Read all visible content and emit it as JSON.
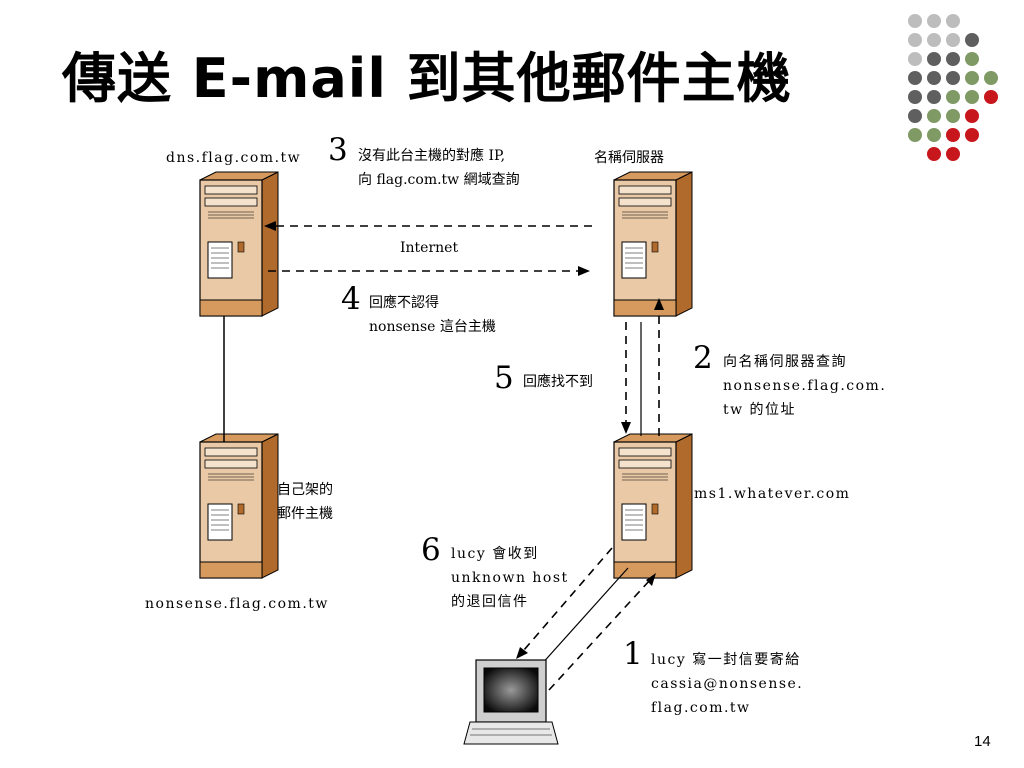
{
  "title": "傳送 E-mail 到其他郵件主機",
  "page_number": "14",
  "palette": {
    "light_gray": "#bdbdbd",
    "dark_gray": "#5f5f5f",
    "green": "#7f9a65",
    "red": "#c8161d",
    "tower_body": "#e9c9a6",
    "tower_side": "#b06a2c"
  },
  "hosts": {
    "dns": "dns.flag.com.tw",
    "name_server": "名稱伺服器",
    "own": {
      "line1": "自己架的",
      "line2": "郵件主機"
    },
    "nonsense": "nonsense.flag.com.tw",
    "ms1": "ms1.whatever.com"
  },
  "internet_label": "Internet",
  "steps": {
    "s1": {
      "num": "1",
      "line1": "lucy 寫一封信要寄給",
      "line2": "cassia@nonsense.",
      "line3": "flag.com.tw"
    },
    "s2": {
      "num": "2",
      "line1": "向名稱伺服器查詢",
      "line2": "nonsense.flag.com.",
      "line3": "tw 的位址"
    },
    "s3": {
      "num": "3",
      "line1": "沒有此台主機的對應 IP,",
      "line2": "向 flag.com.tw 網域查詢"
    },
    "s4": {
      "num": "4",
      "line1": "回應不認得",
      "line2": "nonsense 這台主機"
    },
    "s5": {
      "num": "5",
      "line1": "回應找不到"
    },
    "s6": {
      "num": "6",
      "line1": "lucy 會收到",
      "line2": "unknown  host",
      "line3": "的退回信件"
    }
  }
}
